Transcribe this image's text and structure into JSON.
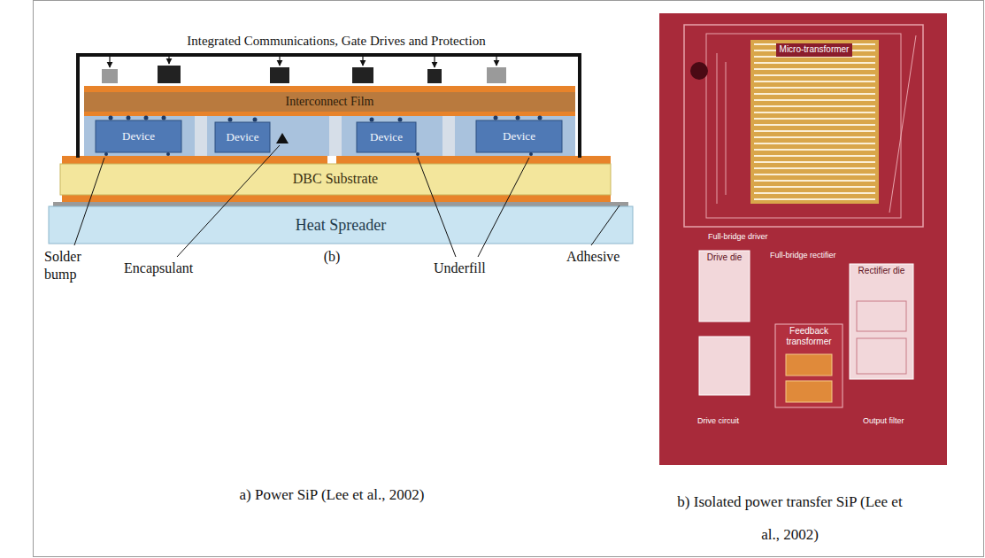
{
  "diagram": {
    "nodes": [
      {
        "text": [
          "Interconnect Film"
        ]
      },
      {
        "text": [
          "Device"
        ]
      },
      {
        "text": [
          "Device"
        ]
      },
      {
        "text": [
          "Device"
        ]
      },
      {
        "text": [
          "Device"
        ]
      },
      {
        "text": [
          "DBC Substrate"
        ]
      },
      {
        "text": [
          "Heat Spreader"
        ]
      },
      {
        "text": [
          "Drive die"
        ]
      },
      {
        "text": [
          "Feedback transformer"
        ]
      },
      {
        "text": [
          "Rectifier die"
        ]
      }
    ],
    "labels": [
      "Integrated Communications, Gate Drives and Protection",
      "Solder bump",
      "Encapsulant",
      "(b)",
      "Underfill",
      "Adhesive",
      "a) Power SiP (Lee et al., 2002)",
      "Micro-transformer",
      "Full-bridge driver",
      "Full-bridge rectifier",
      "Drive circuit",
      "Output filter",
      "b) Isolated power transfer SiP (Lee et al., 2002)"
    ]
  }
}
